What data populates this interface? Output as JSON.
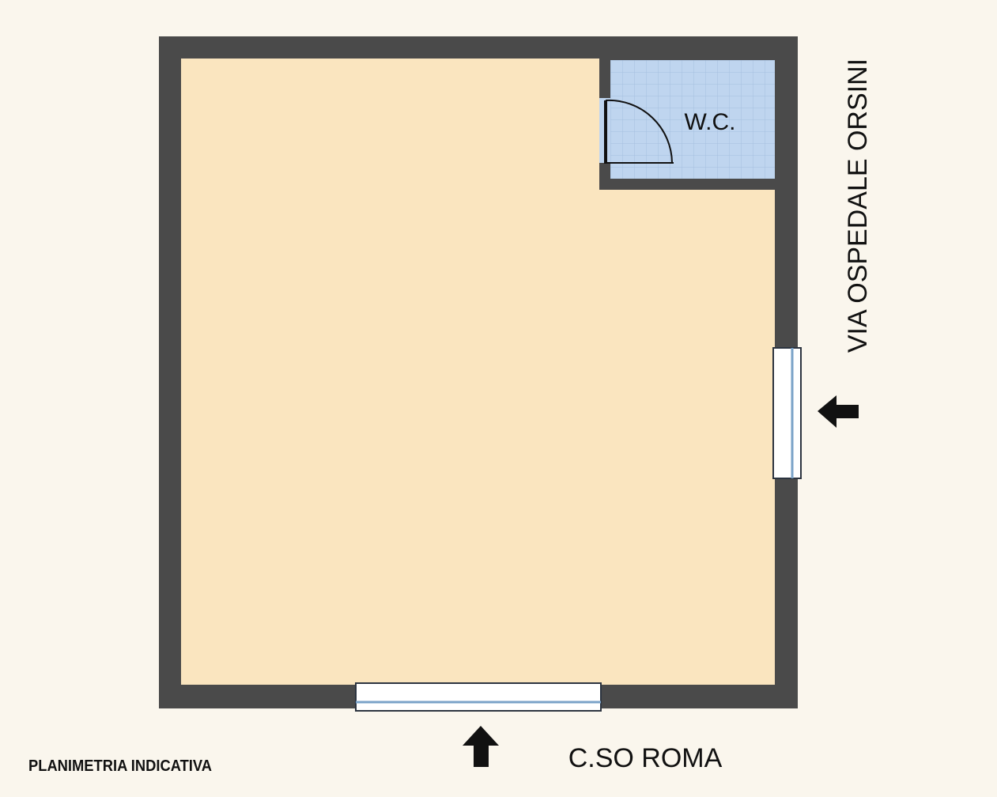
{
  "floor_plan": {
    "rooms": {
      "wc": {
        "label": "W.C."
      }
    },
    "streets": {
      "side": {
        "label": "VIA OSPEDALE ORSINI"
      },
      "front": {
        "label": "C.SO ROMA"
      }
    },
    "caption": "PLANIMETRIA INDICATIVA",
    "colors": {
      "background": "#faf6ed",
      "wall": "#4a4a4a",
      "main_floor": "#fae5bf",
      "wc_floor": "#bfd5ef",
      "tile_grid": "#a6bfdf",
      "glazing": "#ffffff",
      "glazing_edge": "#2c3440",
      "arrow": "#111111"
    },
    "icons": [
      "door-swing-icon",
      "entrance-arrow-icon"
    ]
  }
}
